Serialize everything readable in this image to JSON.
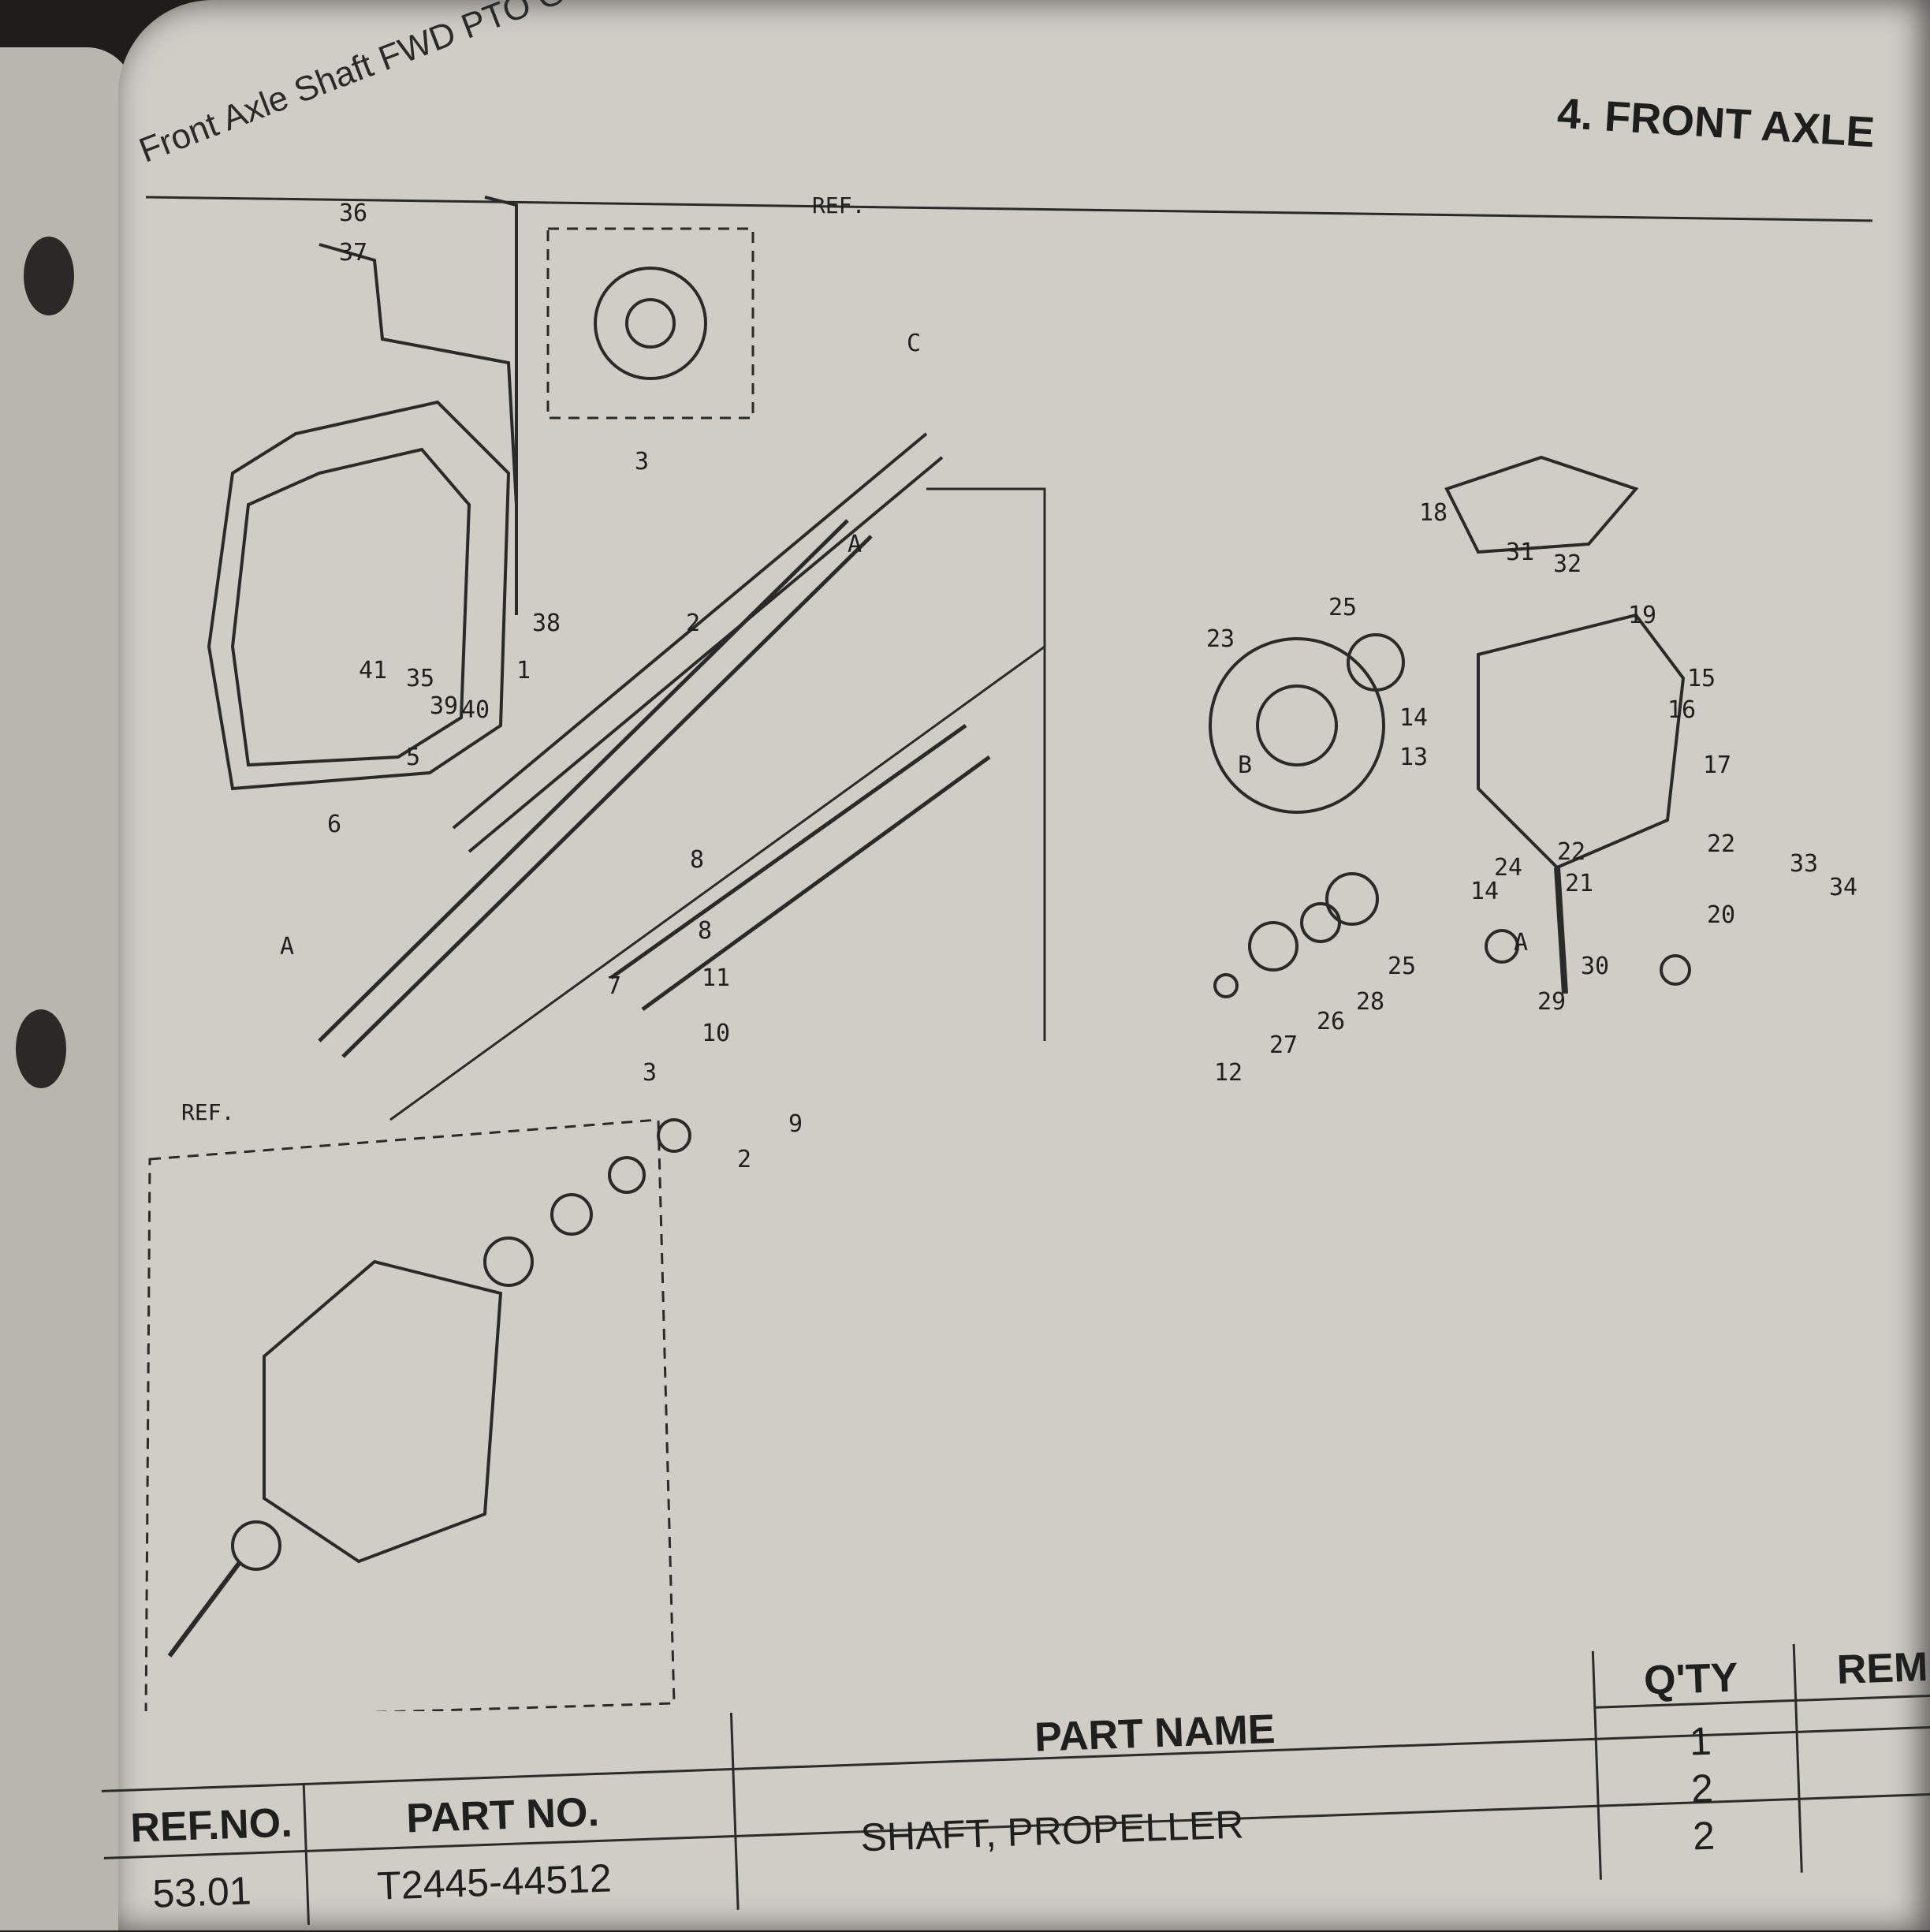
{
  "header": {
    "group_title": "Front Axle Shaft FWD PTO Group",
    "section_title": "4. FRONT AXLE"
  },
  "diagram": {
    "ref_labels": [
      "REF.",
      "REF."
    ],
    "part_callouts": [
      "36",
      "37",
      "41",
      "35",
      "39",
      "40",
      "38",
      "1",
      "3",
      "2",
      "5",
      "6",
      "A",
      "8",
      "8",
      "11",
      "10",
      "7",
      "9",
      "3",
      "2",
      "18",
      "31",
      "32",
      "19",
      "15",
      "16",
      "17",
      "23",
      "25",
      "B",
      "14",
      "13",
      "24",
      "14",
      "22",
      "21",
      "22",
      "20",
      "33",
      "34",
      "25",
      "28",
      "26",
      "27",
      "12",
      "29",
      "30",
      "A",
      "C",
      "A"
    ]
  },
  "table": {
    "headers": {
      "ref_no": "REF.NO.",
      "part_no": "PART NO.",
      "part_name": "PART NAME",
      "qty": "Q'TY",
      "remarks": "REM"
    },
    "rows": [
      {
        "ref_no": "53.01",
        "part_no": "T2445-44512",
        "part_name": "SHAFT, PROPELLER",
        "qty": "1"
      },
      {
        "ref_no": "",
        "part_no": "",
        "part_name": "",
        "qty": "2"
      },
      {
        "ref_no": "",
        "part_no": "",
        "part_name": "",
        "qty": "2"
      }
    ]
  }
}
